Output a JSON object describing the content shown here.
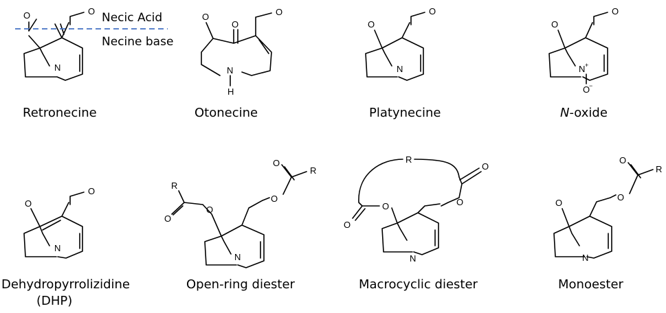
{
  "annotations": {
    "upper_region": "Necic Acid",
    "lower_region": "Necine base",
    "divider_color": "#4472c4"
  },
  "structures": [
    {
      "id": "retronecine",
      "caption": "Retronecine",
      "atoms": {
        "o1": "O",
        "o2": "O",
        "n": "N"
      }
    },
    {
      "id": "otonecine",
      "caption": "Otonecine",
      "atoms": {
        "o1": "O",
        "o2": "O",
        "o3": "O",
        "n": "N",
        "h": "H"
      }
    },
    {
      "id": "platynecine",
      "caption": "Platynecine",
      "atoms": {
        "o1": "O",
        "o2": "O",
        "n": "N"
      }
    },
    {
      "id": "n-oxide",
      "caption_italic": "N",
      "caption_rest": "-oxide",
      "atoms": {
        "o1": "O",
        "o2": "O",
        "n": "N",
        "plus": "+",
        "o3": "O",
        "minus": "−"
      }
    },
    {
      "id": "dhp",
      "caption_line1": "Dehydropyrrolizidine",
      "caption_line2": "(DHP)",
      "atoms": {
        "o1": "O",
        "o2": "O",
        "n": "N"
      }
    },
    {
      "id": "open-ring-diester",
      "caption": "Open-ring diester",
      "atoms": {
        "r1": "R",
        "o1": "O",
        "o2": "O",
        "o3": "O",
        "o4": "O",
        "r2": "R",
        "n": "N"
      }
    },
    {
      "id": "macrocyclic-diester",
      "caption": "Macrocyclic diester",
      "atoms": {
        "r": "R",
        "o1": "O",
        "o2": "O",
        "o3": "O",
        "o4": "O",
        "n": "N"
      }
    },
    {
      "id": "monoester",
      "caption": "Monoester",
      "atoms": {
        "o1": "O",
        "o2": "O",
        "o3": "O",
        "r": "R",
        "n": "N"
      }
    }
  ]
}
